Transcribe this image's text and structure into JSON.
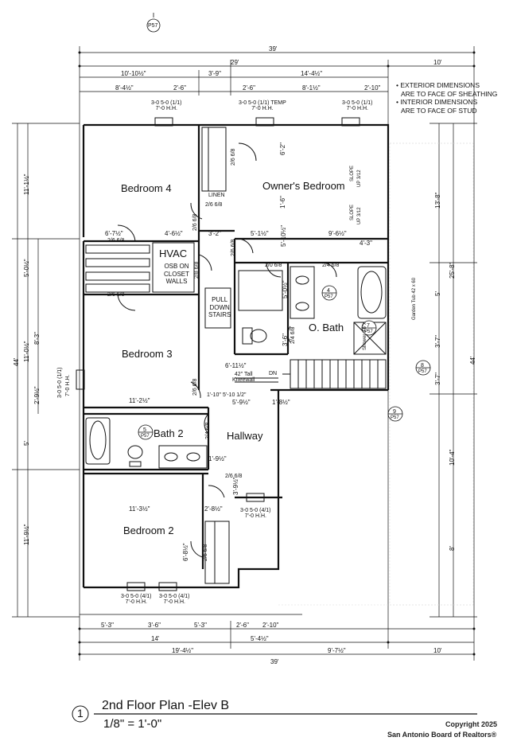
{
  "plan": {
    "notes": [
      "• EXTERIOR DIMENSIONS",
      "ARE TO FACE OF SHEATHING",
      "• INTERIOR DIMENSIONS",
      "ARE TO FACE OF STUD"
    ],
    "rooms": {
      "bedroom4": "Bedroom 4",
      "owners": "Owner's Bedroom",
      "hvac": "HVAC",
      "hvac_note": [
        "OSB ON",
        "CLOSET",
        "WALLS"
      ],
      "bedroom3": "Bedroom 3",
      "obath": "O. Bath",
      "bath2": "Bath 2",
      "hallway": "Hallway",
      "bedroom2": "Bedroom 2",
      "linen": "LINEN",
      "pulldown": [
        "PULL",
        "DOWN",
        "STAIRS"
      ],
      "kneewall": [
        "42\" Tall",
        "Kneewall"
      ],
      "dn": "DN",
      "garden_tub": "Garden Tub 42 x 60",
      "slope1": [
        "SLOPE",
        "UP 3/12"
      ],
      "slope2": [
        "SLOPE",
        "UP 3/12"
      ],
      "shower": "Shower 3'6\"x"
    },
    "windows": {
      "w1": [
        "3-0 5-0 (1/1)",
        "7'-0 H.H."
      ],
      "w2": [
        "3-0 5-0 (1/1) TEMP",
        "7'-0 H.H."
      ],
      "w3": [
        "3-0 5-0 (1/1)",
        "7'-0 H.H."
      ],
      "w4": [
        "3-0 5-0 (1/1)",
        "7'-0 H.H."
      ],
      "w5": [
        "3-0 5-0 (4/1)",
        "7'-0 H.H."
      ],
      "w6": [
        "3-0 5-0 (4/1)",
        "7'-0 H.H."
      ],
      "w7": [
        "3-0 5-0 (4/1)",
        "7'-0 H.H."
      ]
    },
    "doors": [
      "2/6 6/8",
      "2/6 6/8",
      "2/6 6/8",
      "2/6 6/8",
      "2/6 6/8",
      "2/8 6/8",
      "2/0 6/8",
      "2/4 6/8",
      "2/6 6/8",
      "2/4 6/8",
      "2/6 6/8",
      "2/6 6/8",
      "2/6 6/8",
      "2/6 6/8",
      "2/4 6/8"
    ],
    "dims_top": {
      "overall": "39'",
      "d29": "29'",
      "d10": "10'",
      "d10_10": "10'-10½\"",
      "d3_9": "3'-9\"",
      "d14_4": "14'-4½\"",
      "d8_4": "8'-4½\"",
      "d2_6a": "2'-6\"",
      "d2_6b": "2'-6\"",
      "d8_1": "8'-1½\"",
      "d2_10": "2'-10\""
    },
    "dims_bottom": {
      "d5_3a": "5'-3\"",
      "d3_6": "3'-6\"",
      "d5_3b": "5'-3\"",
      "d2_6": "2'-6\"",
      "d2_10": "2'-10\"",
      "d14": "14'",
      "d5_4": "5'-4½\"",
      "d19_4": "19'-4½\"",
      "d9_7": "9'-7½\"",
      "d10": "10'",
      "overall": "39'"
    },
    "dims_left": {
      "d11_1": "11'-1½\"",
      "d5_0": "5'-0½\"",
      "d11_0": "11'-0½\"",
      "d8_3": "8'-3\"",
      "d2_9": "2'-9½\"",
      "d5": "5'",
      "d11_9": "11'-9½\"",
      "d44": "44'",
      "win_left": [
        "3-0 5-0 (1/1)",
        "7'-0 H.H."
      ]
    },
    "dims_right": {
      "d13_8": "13'-8\"",
      "d25_8": "25'-8\"",
      "d5": "5'",
      "d3_7a": "3'-7\"",
      "d3_7b": "3'-7\"",
      "d44": "44'",
      "d10_4": "10'-4\"",
      "d8": "8'"
    },
    "dims_inner": {
      "i6_2": "6'-2\"",
      "i1_6": "1'-6\"",
      "i6_7": "6'-7½\"",
      "i4_6": "4'-6½\"",
      "i3_2": "3'-2\"",
      "i5_1": "5'-1½\"",
      "i5_10": "5'-10½\"",
      "i9_6": "9'-6½\"",
      "i4_3": "4'-3\"",
      "i5_0": "5'-0½\"",
      "i3_6": "3'-6\"",
      "i6_11": "6'-11½\"",
      "i11_2": "11'-2½\"",
      "i1_10": "1'-10\"",
      "i5_10b": "5'-10 1/2\"",
      "i5_9": "5'-9½\"",
      "i1_8": "1'-8½\"",
      "i1_9": "1'-9½\"",
      "i2_8": "2'-8½\"",
      "i3_9": "3'-9½\"",
      "i11_3": "11'-3½\"",
      "i6_8": "6'-8½\""
    },
    "markers": {
      "north": "P57",
      "m4": "4",
      "m4b": "P57",
      "m5": "5",
      "m5b": "P57",
      "m7": "7",
      "m7b": "P57",
      "m8": "8",
      "m8b": "P57",
      "m9": "9",
      "m9b": "P57"
    },
    "title": {
      "number": "1",
      "name": "2nd Floor Plan -Elev B",
      "scale": "1/8\" = 1'-0\""
    },
    "copyright": [
      "Copyright 2025",
      "San Antonio Board of Realtors®"
    ]
  }
}
